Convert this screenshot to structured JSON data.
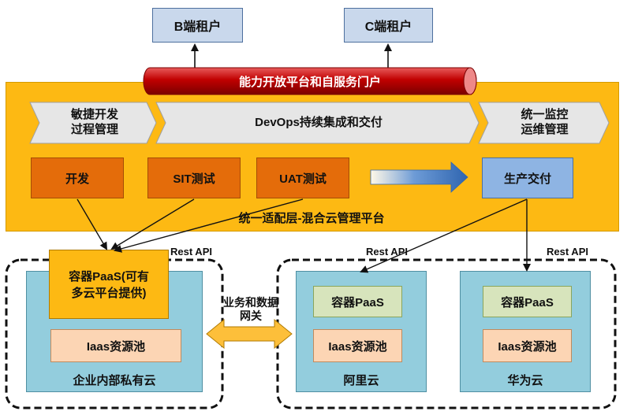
{
  "tenants": {
    "b_label": "B端租户",
    "c_label": "C端租户"
  },
  "portal": {
    "label": "能力开放平台和自服务门户"
  },
  "process": {
    "agile": [
      "敏捷开发",
      "过程管理"
    ],
    "devops": "DevOps持续集成和交付",
    "monitor": [
      "统一监控",
      "运维管理"
    ]
  },
  "stages": {
    "dev": "开发",
    "sit": "SIT测试",
    "uat": "UAT测试",
    "delivery": "生产交付"
  },
  "platform": {
    "label": "统一适配层-混合云管理平台"
  },
  "rest_api": {
    "left": "Rest API",
    "middle": "Rest API",
    "right": "Rest API"
  },
  "gateway": {
    "label": [
      "业务和数据",
      "网关"
    ]
  },
  "clouds": {
    "private": {
      "paas": [
        "容器PaaS(可有",
        "多云平台提供)"
      ],
      "iaas": "Iaas资源池",
      "name": "企业内部私有云"
    },
    "aliyun": {
      "paas": "容器PaaS",
      "iaas": "Iaas资源池",
      "name": "阿里云"
    },
    "huawei": {
      "paas": "容器PaaS",
      "iaas": "Iaas资源池",
      "name": "华为云"
    }
  },
  "colors": {
    "yellow": "#fdb913",
    "orange": "#e46c0a",
    "blue_box": "#8eb4e3",
    "tenant": "#c9d8ec",
    "cloud": "#93cddd",
    "paas": "#d7e4bc",
    "iaas": "#fcd5b4",
    "portal_red": "#c00000"
  }
}
